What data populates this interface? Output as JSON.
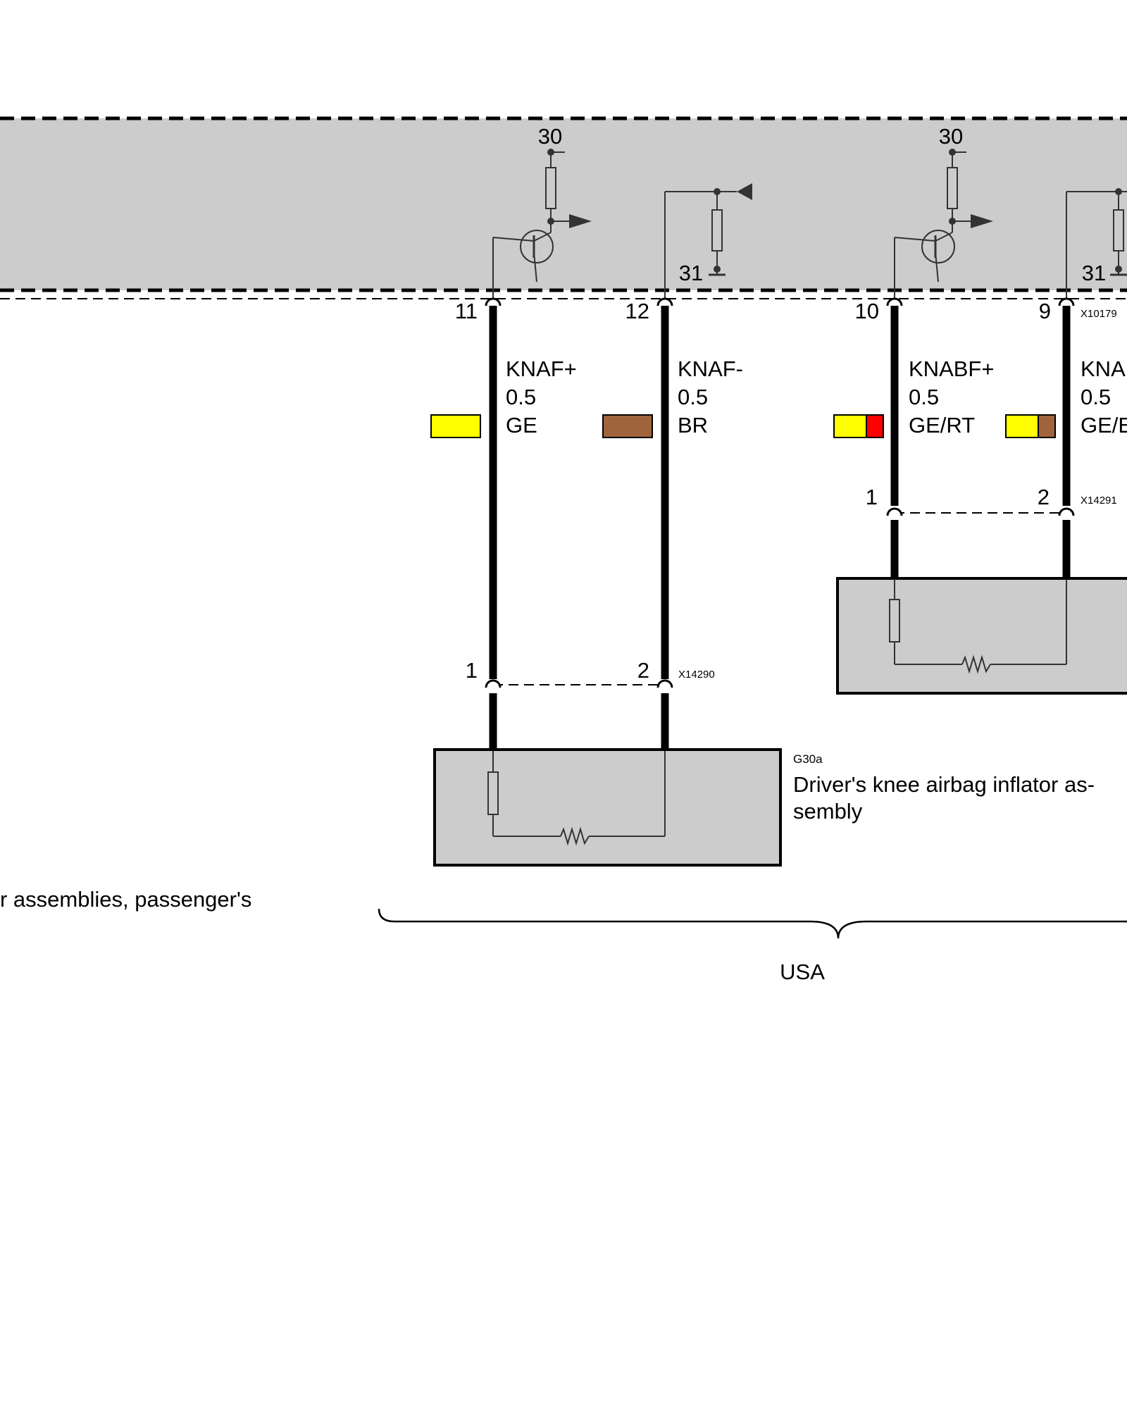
{
  "supply_labels": {
    "terminal_30": "30",
    "terminal_31": "31"
  },
  "module": {
    "connector_id": "X10179",
    "pins": [
      "11",
      "12",
      "10",
      "9"
    ]
  },
  "wires": [
    {
      "signal": "KNAF+",
      "gauge": "0.5",
      "color_code": "GE",
      "swatch": [
        "#ffff00"
      ]
    },
    {
      "signal": "KNAF-",
      "gauge": "0.5",
      "color_code": "BR",
      "swatch": [
        "#a0643c"
      ]
    },
    {
      "signal": "KNABF+",
      "gauge": "0.5",
      "color_code": "GE/RT",
      "swatch": [
        "#ffff00",
        "#ff0000"
      ]
    },
    {
      "signal": "KNA",
      "gauge": "0.5",
      "color_code": "GE/E",
      "swatch": [
        "#ffff00",
        "#a0643c"
      ]
    }
  ],
  "connectors": [
    {
      "id": "X14290",
      "pins": [
        "1",
        "2"
      ]
    },
    {
      "id": "X14291",
      "pins": [
        "1",
        "2"
      ]
    }
  ],
  "components": [
    {
      "code": "G30a",
      "name_line1": "Driver's knee airbag inflator as-",
      "name_line2": "sembly"
    }
  ],
  "annotations": {
    "left_text": "r assemblies, passenger's",
    "brace_label": "USA"
  },
  "colors": {
    "module_fill": "#cccccc",
    "component_fill": "#cccccc",
    "line": "#000000"
  }
}
